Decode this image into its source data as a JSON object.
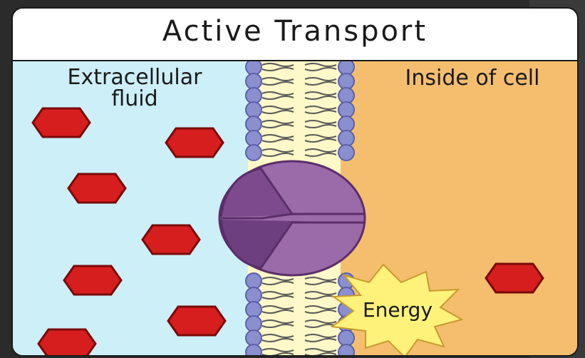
{
  "diagram": {
    "title": "Active Transport",
    "left_region_label": "Extracellular\nfluid",
    "right_region_label": "Inside of cell",
    "energy_label": "Energy",
    "colors": {
      "extracellular": "#cdeff7",
      "intracellular": "#f5be6e",
      "membrane_head": "#8a8fd0",
      "membrane_tail": "#fff8c8",
      "protein": "#9b6aa8",
      "protein_dark": "#6e3f7f",
      "molecule": "#d61e1e",
      "energy": "#fff27a"
    }
  }
}
